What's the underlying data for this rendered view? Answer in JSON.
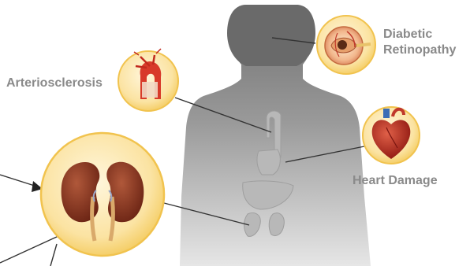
{
  "labels": {
    "arteriosclerosis": "Arteriosclerosis",
    "diabetic_retinopathy_line1": "Diabetic",
    "diabetic_retinopathy_line2": "Retinopathy",
    "heart_damage": "Heart Damage"
  },
  "colors": {
    "silhouette": "#8f8f8f",
    "organ_gray": "#b3b3b3",
    "label_gray": "#8a8a8a",
    "callout_fill": "#fbe7b0",
    "callout_rim": "#f1c34e",
    "leader_line": "#333333",
    "kidney": "#7a2e1b",
    "heart": "#b5231c",
    "artery": "#d83a2a"
  },
  "icons": [
    "eye-icon",
    "heart-icon",
    "artery-icon",
    "kidneys-icon"
  ]
}
